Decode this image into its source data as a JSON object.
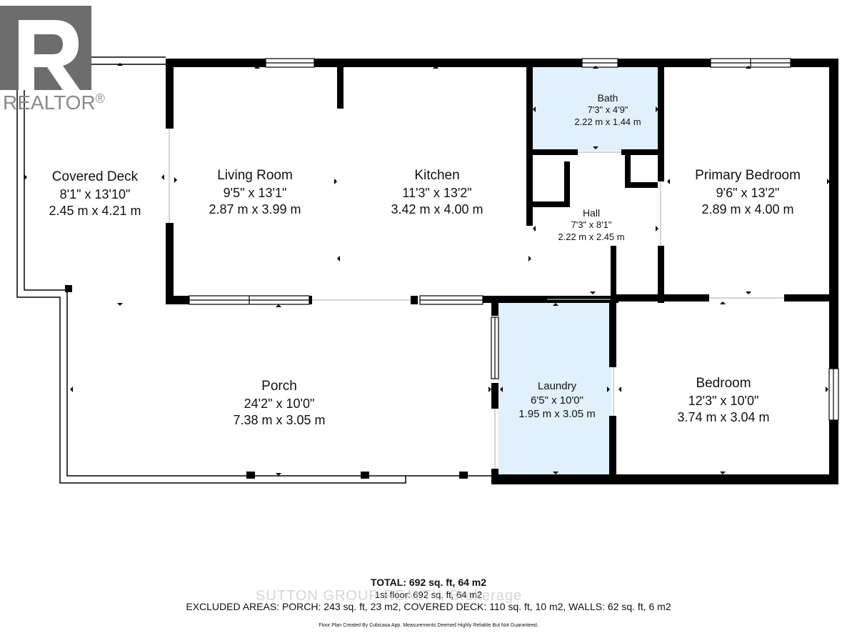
{
  "logo": {
    "text": "REALTOR",
    "mark": "®"
  },
  "watermark": "SUTTON GROUP REALTY, Brokerage",
  "rooms": {
    "covered_deck": {
      "name": "Covered Deck",
      "imperial": "8'1\" x 13'10\"",
      "metric": "2.45 m x 4.21 m"
    },
    "living_room": {
      "name": "Living Room",
      "imperial": "9'5\" x 13'1\"",
      "metric": "2.87 m x 3.99 m"
    },
    "kitchen": {
      "name": "Kitchen",
      "imperial": "11'3\" x 13'2\"",
      "metric": "3.42 m x 4.00 m"
    },
    "bath": {
      "name": "Bath",
      "imperial": "7'3\" x 4'9\"",
      "metric": "2.22 m x 1.44 m"
    },
    "hall": {
      "name": "Hall",
      "imperial": "7'3\" x 8'1\"",
      "metric": "2.22 m x 2.45 m"
    },
    "primary_bedroom": {
      "name": "Primary Bedroom",
      "imperial": "9'6\" x 13'2\"",
      "metric": "2.89 m x 4.00 m"
    },
    "porch": {
      "name": "Porch",
      "imperial": "24'2\" x 10'0\"",
      "metric": "7.38 m x 3.05 m"
    },
    "laundry": {
      "name": "Laundry",
      "imperial": "6'5\" x 10'0\"",
      "metric": "1.95 m x 3.05 m"
    },
    "bedroom": {
      "name": "Bedroom",
      "imperial": "12'3\" x 10'0\"",
      "metric": "3.74 m x 3.04 m"
    }
  },
  "footer": {
    "total": "TOTAL: 692 sq. ft, 64 m2",
    "floor1": "1st floor: 692 sq. ft, 64 m2",
    "excluded": "EXCLUDED AREAS: PORCH: 243 sq. ft, 23 m2, COVERED DECK: 110 sq. ft, 10 m2, WALLS: 62 sq. ft, 6 m2",
    "credit": "Floor Plan Created By Cubicasa App. Measurements Deemed Highly Reliable But Not Guaranteed."
  },
  "colors": {
    "wall": "#000000",
    "wet_room_fill": "#e1f0fb",
    "background": "#ffffff",
    "logo_grey": "#6d6d6d"
  }
}
